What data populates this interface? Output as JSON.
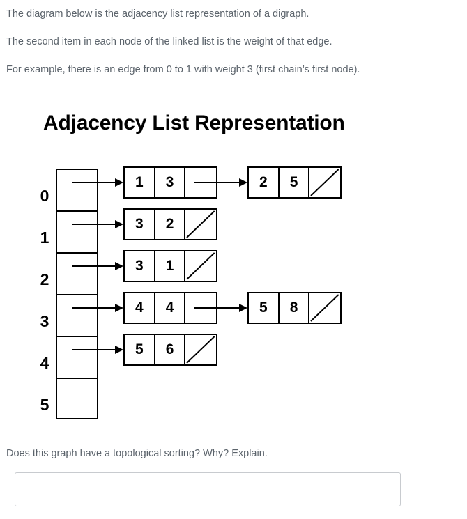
{
  "intro": {
    "lines": [
      "The diagram below is the adjacency list representation of a digraph.",
      "The second item in each node of the linked list is the weight of that edge.",
      "For example, there is an edge from 0 to 1 with weight 3 (first chain’s first node)."
    ]
  },
  "figure": {
    "title": "Adjacency List Representation",
    "index_labels": [
      "0",
      "1",
      "2",
      "3",
      "4",
      "5"
    ],
    "chains": [
      {
        "index": "0",
        "nodes": [
          {
            "vertex": "1",
            "weight": "3",
            "tail": "pointer"
          },
          {
            "vertex": "2",
            "weight": "5",
            "tail": "null"
          }
        ]
      },
      {
        "index": "1",
        "nodes": [
          {
            "vertex": "3",
            "weight": "2",
            "tail": "null"
          }
        ]
      },
      {
        "index": "2",
        "nodes": [
          {
            "vertex": "3",
            "weight": "1",
            "tail": "null"
          }
        ]
      },
      {
        "index": "3",
        "nodes": [
          {
            "vertex": "4",
            "weight": "4",
            "tail": "pointer"
          },
          {
            "vertex": "5",
            "weight": "8",
            "tail": "null"
          }
        ]
      },
      {
        "index": "4",
        "nodes": [
          {
            "vertex": "5",
            "weight": "6",
            "tail": "null"
          }
        ]
      },
      {
        "index": "5",
        "nodes": []
      }
    ]
  },
  "question": {
    "text": "Does this graph have a topological sorting? Why? Explain.",
    "answer_value": "",
    "answer_placeholder": ""
  },
  "colors": {
    "prose_text": "#5b636b",
    "diagram_ink": "#000000",
    "field_border": "#c8cbcf",
    "page_background": "#ffffff"
  }
}
